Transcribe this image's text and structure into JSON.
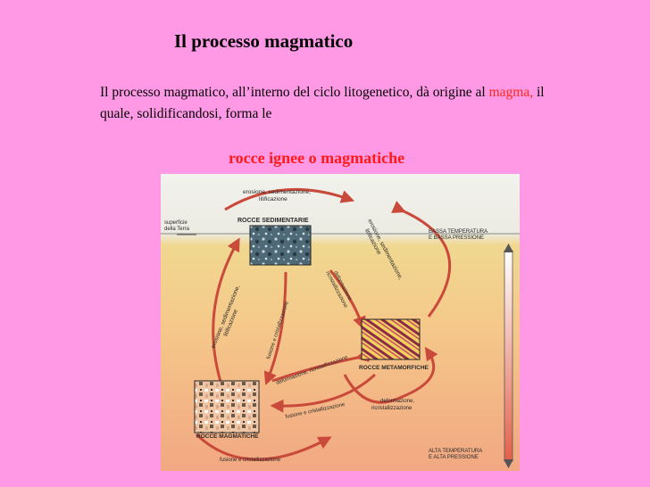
{
  "page": {
    "title": "Il processo magmatico",
    "intro_part1": "Il processo magmatico, all’interno del ciclo litogenetico, dà origine al ",
    "intro_highlight": "magma,",
    "intro_part2": " il quale, solidificandosi, forma le",
    "subtitle": "rocce ignee o magmatiche"
  },
  "diagram": {
    "top_arrow_line1": "erosione, sedimentazione,",
    "top_arrow_line2": "litificazione",
    "surface_line1": "superficie",
    "surface_line2": "della Terra",
    "rocks_sedimentary": "ROCCE SEDIMENTARIE",
    "rocks_metamorphic": "ROCCE METAMORFICHE",
    "rocks_magmatic": "ROCCE MAGMATICHE",
    "right_erosion_line1": "erosione, sedimentazione,",
    "right_erosion_line2": "litificazione",
    "left_erosion_line1": "erosione, sedimentazione,",
    "left_erosion_line2": "litificazione",
    "center_deform_line1": "deformazione,",
    "center_deform_line2": "ricristallizzazione",
    "center_fusion": "fusione e cristallizzazione",
    "bottom_diag_deform": "deformazione, ricristallizzazione",
    "bottom_fusion": "fusione e cristallizzazione",
    "met_loop_line1": "deformazione,",
    "met_loop_line2": "ricristallizzazione",
    "mag_loop": "fusione e cristallizzazione",
    "low_temp_line1": "BASSA TEMPERATURA",
    "low_temp_line2": "E BASSA PRESSIONE",
    "high_temp_line1": "ALTA TEMPERATURA",
    "high_temp_line2": "E ALTA PRESSIONE"
  },
  "colors": {
    "background": "#ff99e6",
    "highlight_red": "#ff2a1a",
    "arrow_red": "#c94a3a"
  }
}
